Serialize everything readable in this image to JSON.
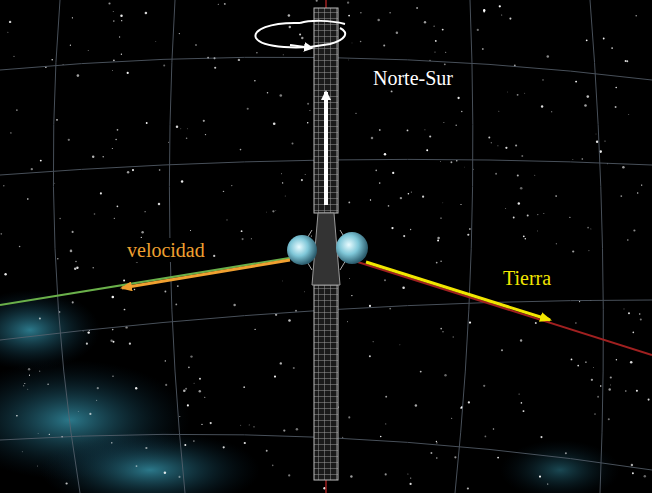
{
  "diagram": {
    "labels": [
      "Norte-Sur",
      "velocidad",
      "Tierra"
    ]
  }
}
